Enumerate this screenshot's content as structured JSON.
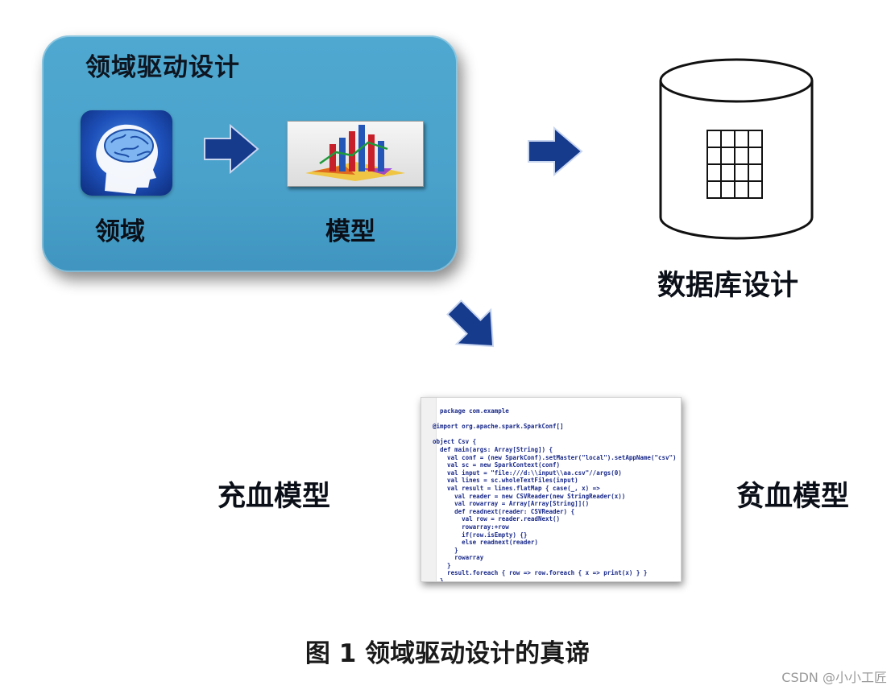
{
  "panel": {
    "title": "领域驱动设计",
    "domain_label": "领域",
    "model_label": "模型"
  },
  "database_label": "数据库设计",
  "rich_model_label": "充血模型",
  "anemic_model_label": "贫血模型",
  "code_lines": [
    "  package com.example",
    "",
    "@import org.apache.spark.SparkConf[]",
    "",
    "object Csv {",
    "  def main(args: Array[String]) {",
    "    val conf = (new SparkConf).setMaster(\"local\").setAppName(\"csv\")",
    "    val sc = new SparkContext(conf)",
    "    val input = \"file:///d:\\\\input\\\\aa.csv\"//args(0)",
    "    val lines = sc.wholeTextFiles(input)",
    "    val result = lines.flatMap { case(_, x) =>",
    "      val reader = new CSVReader(new StringReader(x))",
    "      val rowarray = Array[Array[String]]()",
    "      def readnext(reader: CSVReader) {",
    "        val row = reader.readNext()",
    "        rowarray:+row",
    "        if(row.isEmpty) {}",
    "        else readnext(reader)",
    "      }",
    "      rowarray",
    "    }",
    "    result.foreach { row => row.foreach { x => print(x) } }",
    "  }",
    "}"
  ],
  "caption": "图 1 领域驱动设计的真谛",
  "watermark": "CSDN @小小工匠",
  "colors": {
    "panel_blue": "#4aa2cb",
    "arrow_navy": "#163a8c",
    "chart_bar_red": "#c8202a",
    "chart_bar_blue": "#2456b8"
  },
  "icons": [
    "brain-head-icon",
    "bar-chart-icon",
    "database-icon",
    "arrow-right-icon",
    "arrow-down-right-icon"
  ]
}
